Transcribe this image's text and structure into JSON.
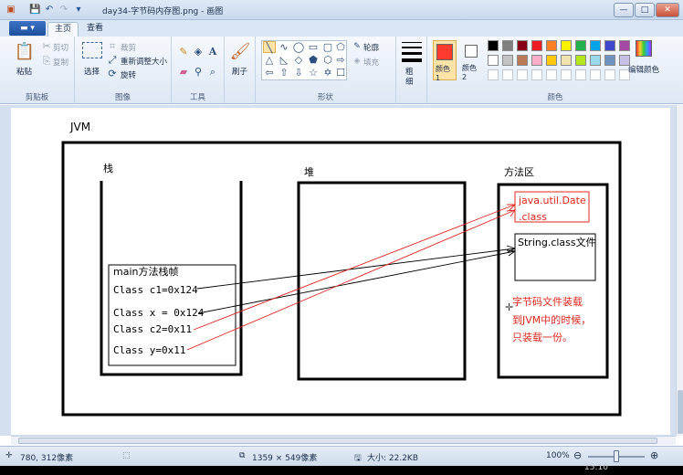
{
  "window": {
    "title": "day34-字节码内存图.png - 画图",
    "buttons": {
      "minimize": "—",
      "maximize": "□",
      "close": "✕"
    }
  },
  "quick_access": {
    "save_glyph": "💾",
    "undo_glyph": "↶",
    "redo_glyph": "↷",
    "dropdown_glyph": "▾"
  },
  "tabs": {
    "file": "▬ ▾",
    "home": "主页",
    "view": "查看"
  },
  "ribbon": {
    "clipboard": {
      "paste": "粘贴",
      "cut": "剪切",
      "copy": "复制",
      "label": "剪贴板"
    },
    "image": {
      "select": "选择",
      "crop": "裁剪",
      "resize": "重新调整大小",
      "rotate": "旋转",
      "label": "图像"
    },
    "tools": {
      "label": "工具",
      "text_glyph": "A"
    },
    "brushes": {
      "label": "刷子"
    },
    "shapes": {
      "outline": "轮廓",
      "fill": "填充",
      "label": "形状"
    },
    "size": {
      "label": "粗细"
    },
    "colors": {
      "color1": "颜色 1",
      "color2": "颜色 2",
      "edit": "编辑颜色",
      "label": "颜色",
      "color1_value": "#ff3b30",
      "color2_value": "#ffffff",
      "palette": [
        "#000000",
        "#7f7f7f",
        "#880015",
        "#ed1c24",
        "#ff7f27",
        "#fff200",
        "#22b14c",
        "#00a2e8",
        "#3f48cc",
        "#a349a4",
        "#ffffff",
        "#c3c3c3",
        "#b97a57",
        "#ffaec9",
        "#ffc90e",
        "#efe4b0",
        "#b5e61d",
        "#99d9ea",
        "#7092be",
        "#c8bfe7"
      ]
    }
  },
  "diagram": {
    "jvm_label": "JVM",
    "stack_label": "栈",
    "heap_label": "堆",
    "method_area_label": "方法区",
    "frame_label": "main方法栈帧",
    "frame_lines": [
      "Class c1=0x124",
      "Class x = 0x124",
      "Class c2=0x11",
      "Class y=0x11"
    ],
    "date_class_line1": "java.util.Date",
    "date_class_line2": ".class",
    "string_class": "String.class文件",
    "note_lines": [
      "字节码文件装载",
      "到JVM中的时候，",
      "只装载一份。"
    ],
    "colors": {
      "red": "#e0271f",
      "black": "#000000"
    }
  },
  "status": {
    "cursor": "780, 312像素",
    "dimensions": "1359 × 549像素",
    "size": "大小: 22.2KB",
    "zoom": "100%",
    "zoom_out": "⊖",
    "zoom_in": "⊕",
    "clock": "15:10"
  }
}
